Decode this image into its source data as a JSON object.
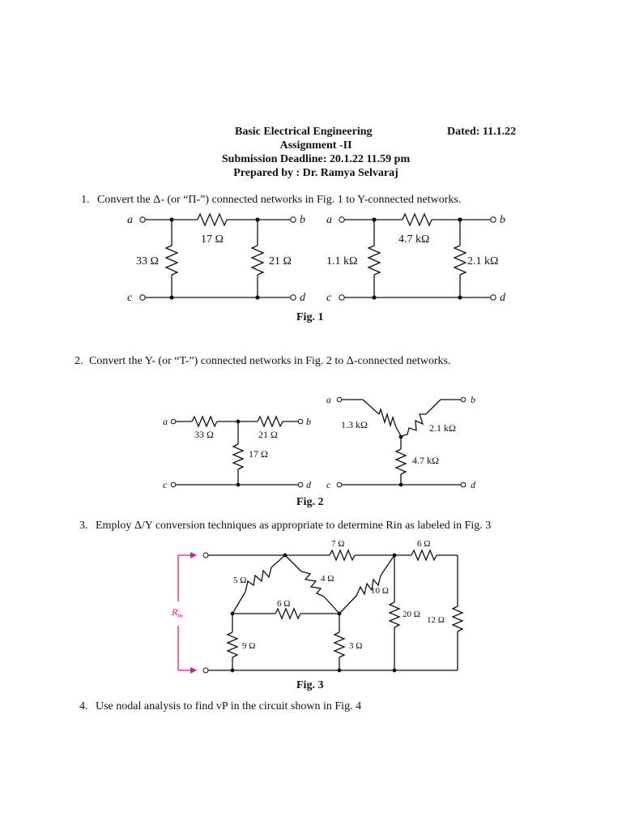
{
  "header": {
    "course": "Basic Electrical Engineering",
    "assignment": "Assignment -II",
    "deadline": "Submission Deadline: 20.1.22 11.59 pm",
    "prepared_by": "Prepared by : Dr. Ramya Selvaraj",
    "dated": "Dated: 11.1.22"
  },
  "questions": [
    {
      "num": "1.",
      "text": "Convert the Δ- (or “Π-”) connected networks in Fig. 1 to Y-connected networks."
    },
    {
      "num": "2.",
      "text": "Convert the Y- (or “T-”) connected networks in Fig. 2 to Δ-connected networks."
    },
    {
      "num": "3.",
      "text": "Employ Δ/Y conversion techniques as appropriate to determine Rin as labeled in Fig. 3"
    },
    {
      "num": "4.",
      "text": "Use nodal analysis to find vP in the circuit shown in Fig. 4"
    }
  ],
  "figures": {
    "fig1": {
      "caption": "Fig. 1",
      "left": {
        "a": "a",
        "b": "b",
        "c": "c",
        "d": "d",
        "r_top": "17 Ω",
        "r_left": "33 Ω",
        "r_right": "21 Ω"
      },
      "right": {
        "a": "a",
        "b": "b",
        "c": "c",
        "d": "d",
        "r_top": "4.7 kΩ",
        "r_left": "1.1 kΩ",
        "r_right": "2.1 kΩ"
      }
    },
    "fig2": {
      "caption": "Fig. 2",
      "left": {
        "a": "a",
        "b": "b",
        "c": "c",
        "d": "d",
        "r_left": "33 Ω",
        "r_right": "21 Ω",
        "r_mid": "17 Ω"
      },
      "right": {
        "a": "a",
        "b": "b",
        "c": "c",
        "d": "d",
        "r_a": "1.3 kΩ",
        "r_b": "2.1 kΩ",
        "r_c": "4.7 kΩ"
      }
    },
    "fig3": {
      "caption": "Fig. 3",
      "rin": "R",
      "rin_sub": "in",
      "r7": "7 Ω",
      "r6top": "6 Ω",
      "r5": "5 Ω",
      "r4": "4 Ω",
      "r10": "10 Ω",
      "r6mid": "6 Ω",
      "r20": "20 Ω",
      "r12": "12 Ω",
      "r9": "9 Ω",
      "r3": "3 Ω"
    }
  }
}
